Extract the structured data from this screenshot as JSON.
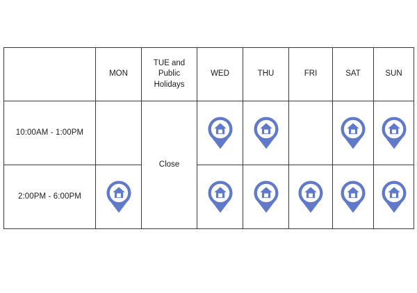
{
  "page": {
    "title": "Opening Hours Schedule Table",
    "background_color": "#ffffff"
  },
  "colors": {
    "header_day_bg": "#eec5c5",
    "header_sun_bg": "#eef0fb",
    "closed_bg": "#fcdcc5",
    "pin_blue": "#6079c8",
    "border": "#3a3a3a",
    "text": "#1b1b1b"
  },
  "table": {
    "columns": [
      {
        "key": "label",
        "label": "",
        "header_style": "blank"
      },
      {
        "key": "mon",
        "label": "MON",
        "header_style": "day"
      },
      {
        "key": "tue",
        "label": "TUE and Public Holidays",
        "header_style": "day"
      },
      {
        "key": "wed",
        "label": "WED",
        "header_style": "day"
      },
      {
        "key": "thu",
        "label": "THU",
        "header_style": "day"
      },
      {
        "key": "fri",
        "label": "FRI",
        "header_style": "day"
      },
      {
        "key": "sat",
        "label": "SAT",
        "header_style": "day"
      },
      {
        "key": "sun",
        "label": "SUN",
        "header_style": "sun"
      }
    ],
    "closed_label": "Close",
    "icon_name": "home-map-pin-icon",
    "rows": [
      {
        "time_label": "10:00AM - 1:00PM",
        "cells": {
          "mon": "empty",
          "tue": "closed",
          "wed": "open",
          "thu": "open",
          "fri": "empty",
          "sat": "open",
          "sun": "open"
        }
      },
      {
        "time_label": "2:00PM - 6:00PM",
        "cells": {
          "mon": "open",
          "tue": "closed",
          "wed": "open",
          "thu": "open",
          "fri": "open",
          "sat": "open",
          "sun": "open"
        }
      }
    ]
  }
}
